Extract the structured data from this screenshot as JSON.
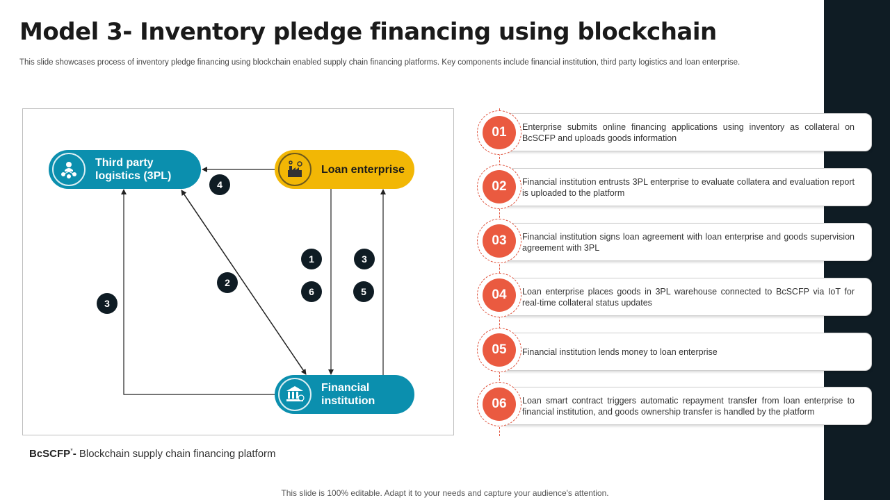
{
  "header": {
    "title": "Model 3- Inventory pledge financing using blockchain",
    "subtitle": "This slide showcases process of inventory pledge financing using blockchain enabled supply chain financing platforms. Key components include financial institution, third party logistics and loan enterprise."
  },
  "diagram": {
    "nodes": {
      "tpl": "Third party logistics (3PL)",
      "loan": "Loan enterprise",
      "fin": "Financial institution"
    },
    "badges": [
      "4",
      "2",
      "3",
      "1",
      "6",
      "3",
      "5"
    ],
    "icons": [
      "people-network-icon",
      "factory-icon",
      "bank-icon"
    ]
  },
  "steps": [
    {
      "num": "01",
      "text": "Enterprise submits online financing applications using inventory  as collateral on BcSCFP and uploads goods information"
    },
    {
      "num": "02",
      "text": "Financial institution entrusts 3PL enterprise to evaluate collatera and evaluation report is uploaded to the platform"
    },
    {
      "num": "03",
      "text": "Financial institution signs loan agreement with loan enterprise and goods supervision  agreement with 3PL"
    },
    {
      "num": "04",
      "text": "Loan enterprise places goods in 3PL warehouse  connected to BcSCFP via IoT for real-time collateral status updates"
    },
    {
      "num": "05",
      "text": "Financial institution lends money to loan enterprise"
    },
    {
      "num": "06",
      "text": "Loan smart contract triggers automatic repayment transfer from loan enterprise to financial institution, and goods ownership transfer is handled by the platform"
    }
  ],
  "footnote": {
    "term": "BcSCFP",
    "mark": "*",
    "dash": "- ",
    "definition": "Blockchain supply  chain financing  platform"
  },
  "footer": "This slide is 100% editable. Adapt it to your needs and capture your audience's attention.",
  "colors": {
    "teal": "#0b8fae",
    "yellow": "#f2b705",
    "dark": "#0f1c24",
    "accent": "#ea5a40"
  }
}
